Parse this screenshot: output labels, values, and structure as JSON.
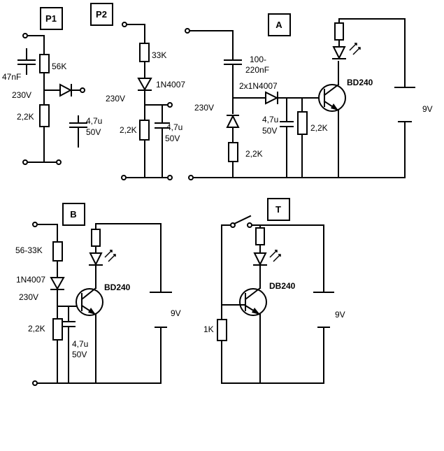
{
  "circuits": {
    "p1": {
      "title": "P1",
      "capacitor": "47nF",
      "resistor_top": "56K",
      "voltage": "230V",
      "resistor_bottom": "2,2K",
      "cap_value": "4,7u",
      "cap_voltage": "50V"
    },
    "p2": {
      "title": "P2",
      "resistor": "33K",
      "diode": "1N4007",
      "voltage": "230V",
      "resistor_bottom": "2,2K",
      "cap_value": "4,7u",
      "cap_voltage": "50V"
    },
    "a": {
      "title": "A",
      "cap_line1": "100-",
      "cap_line2": "220nF",
      "diodes": "2x1N4007",
      "transistor": "BD240",
      "voltage": "230V",
      "cap_value": "4,7u",
      "cap_voltage": "50V",
      "resistor_right": "2,2K",
      "resistor_left": "2,2K",
      "battery": "9V"
    },
    "b": {
      "title": "B",
      "resistor": "56-33K",
      "diode": "1N4007",
      "voltage": "230V",
      "transistor": "BD240",
      "resistor_bottom": "2,2K",
      "cap_value": "4,7u",
      "cap_voltage": "50V",
      "battery": "9V"
    },
    "t": {
      "title": "T",
      "transistor": "DB240",
      "resistor": "1K",
      "battery": "9V"
    }
  }
}
